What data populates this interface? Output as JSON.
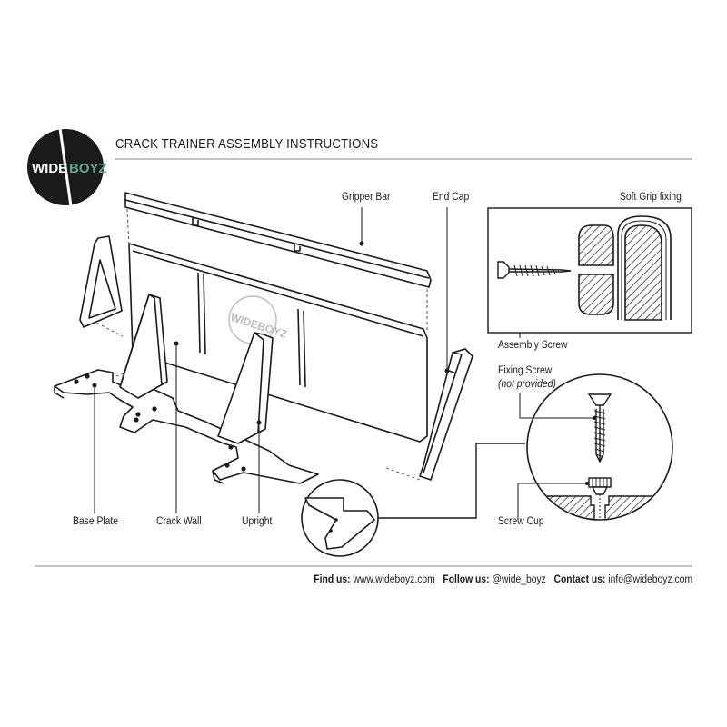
{
  "logo": {
    "text_wide": "WIDE",
    "text_boyz": "BOYZ",
    "accent": "#5fa896"
  },
  "title": "CRACK TRAINER ASSEMBLY INSTRUCTIONS",
  "labels": {
    "gripper_bar": "Gripper Bar",
    "end_cap": "End Cap",
    "soft_grip_fixing": "Soft Grip fixing",
    "assembly_screw": "Assembly Screw",
    "fixing_screw": "Fixing Screw",
    "not_provided": "(not provided)",
    "screw_cup": "Screw Cup",
    "base_plate": "Base Plate",
    "crack_wall": "Crack Wall",
    "upright": "Upright"
  },
  "footer": {
    "find_label": "Find us:",
    "find_value": "www.wideboyz.com",
    "follow_label": "Follow us:",
    "follow_value": "@wide_boyz",
    "contact_label": "Contact us:",
    "contact_value": "info@wideboyz.com"
  }
}
